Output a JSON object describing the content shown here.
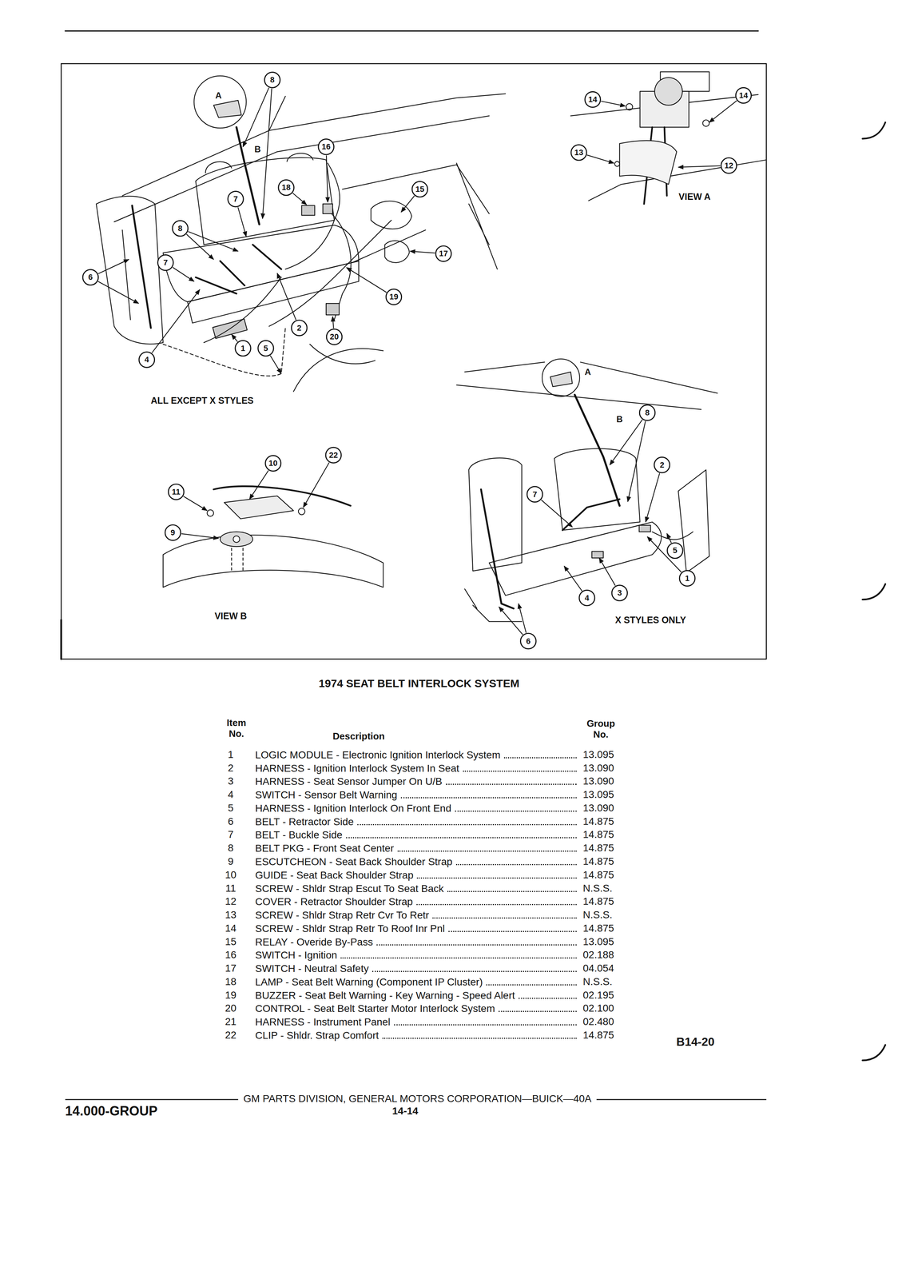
{
  "diagram": {
    "title": "1974 SEAT BELT INTERLOCK SYSTEM",
    "labels": [
      "A",
      "B",
      "8",
      "16",
      "18",
      "7",
      "15",
      "8",
      "6",
      "7",
      "17",
      "19",
      "2",
      "20",
      "4",
      "1",
      "5",
      "ALL EXCEPT X STYLES",
      "14",
      "14",
      "13",
      "12",
      "VIEW A",
      "10",
      "22",
      "11",
      "9",
      "VIEW B",
      "A",
      "B",
      "8",
      "2",
      "7",
      "5",
      "1",
      "3",
      "4",
      "6",
      "X STYLES ONLY",
      "Item No.",
      "Description",
      "Group No.",
      "1",
      "LOGIC MODULE - Electronic Ignition Interlock System",
      "13.095",
      "2",
      "HARNESS - Ignition Interlock System In Seat",
      "13.090",
      "3",
      "HARNESS - Seat Sensor Jumper On U/B",
      "13.090",
      "4",
      "SWITCH - Sensor Belt Warning",
      "13.095",
      "5",
      "HARNESS - Ignition Interlock On Front End",
      "13.090",
      "6",
      "BELT - Retractor Side",
      "14.875",
      "7",
      "BELT - Buckle Side",
      "14.875",
      "8",
      "BELT PKG - Front Seat Center",
      "14.875",
      "9",
      "ESCUTCHEON - Seat Back Shoulder Strap",
      "14.875",
      "10",
      "GUIDE - Seat Back Shoulder Strap",
      "14.875",
      "11",
      "SCREW - Shldr Strap Escut To Seat Back",
      "N.S.S.",
      "12",
      "COVER - Retractor Shoulder Strap",
      "14.875",
      "13",
      "SCREW - Shldr Strap Retr Cvr To Retr",
      "N.S.S.",
      "14",
      "SCREW - Shldr Strap Retr To Roof Inr Pnl",
      "14.875",
      "15",
      "RELAY - Overide By-Pass",
      "13.095",
      "16",
      "SWITCH - Ignition",
      "02.188",
      "17",
      "SWITCH - Neutral Safety",
      "04.054",
      "18",
      "LAMP - Seat Belt Warning (Component IP Cluster)",
      "N.S.S.",
      "19",
      "BUZZER - Seat Belt Warning - Key Warning - Speed Alert",
      "02.195",
      "20",
      "CONTROL - Seat Belt Starter Motor Interlock System",
      "02.100",
      "21",
      "HARNESS - Instrument Panel",
      "02.480",
      "22",
      "CLIP - Shldr. Strap Comfort",
      "14.875",
      "B14-20",
      "GM PARTS DIVISION, GENERAL MOTORS CORPORATION—BUICK—40A",
      "14.000-GROUP",
      "14-14"
    ]
  }
}
